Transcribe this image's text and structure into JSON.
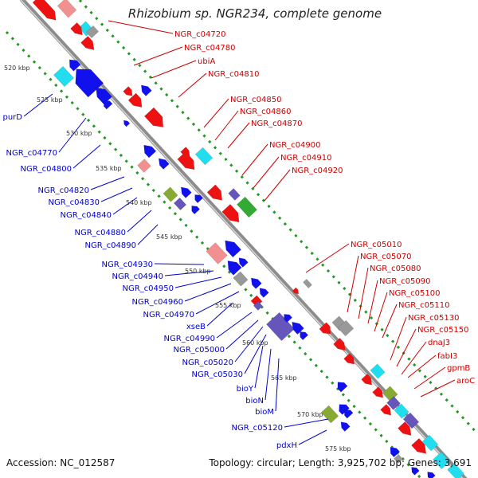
{
  "title": "Rhizobium sp. NGR234, complete genome",
  "footer": {
    "accession": "Accession: NC_012587",
    "topology": "Topology: circular; Length: 3,925,702 bp; Genes: 3,691"
  },
  "kbp_ticks": [
    "520 kbp",
    "525 kbp",
    "530 kbp",
    "535 kbp",
    "540 kbp",
    "545 kbp",
    "550 kbp",
    "555 kbp",
    "560 kbp",
    "565 kbp",
    "570 kbp",
    "575 kbp"
  ],
  "forward_genes": [
    "NGR_c04720",
    "NGR_c04780",
    "ubiA",
    "NGR_c04810",
    "NGR_c04850",
    "NGR_c04860",
    "NGR_c04870",
    "NGR_c04900",
    "NGR_c04910",
    "NGR_c04920",
    "NGR_c05010",
    "NGR_c05070",
    "NGR_c05080",
    "NGR_c05090",
    "NGR_c05100",
    "NGR_c05110",
    "NGR_c05130",
    "NGR_c05150",
    "dnaJ3",
    "fabI3",
    "gpmB",
    "aroC"
  ],
  "reverse_genes": [
    "purD",
    "NGR_c04770",
    "NGR_c04800",
    "NGR_c04820",
    "NGR_c04830",
    "NGR_c04840",
    "NGR_c04880",
    "NGR_c04890",
    "NGR_c04930",
    "NGR_c04940",
    "NGR_c04950",
    "NGR_c04960",
    "NGR_c04970",
    "xseB",
    "NGR_c04990",
    "NGR_c05000",
    "NGR_c05020",
    "NGR_c05030",
    "bioY",
    "bioN",
    "bioM",
    "NGR_c05120",
    "pdxH"
  ],
  "colors": {
    "forward": "#ee1111",
    "reverse": "#1111ee",
    "forward_label": "#cc0000",
    "reverse_label": "#0000cc",
    "backbone": "#8c8c8c",
    "guide": "#229922",
    "cyan": "#22ddee",
    "salmon": "#f09090",
    "gray": "#999999",
    "olive": "#88aa33",
    "purple": "#6655bb",
    "green": "#33aa33"
  }
}
